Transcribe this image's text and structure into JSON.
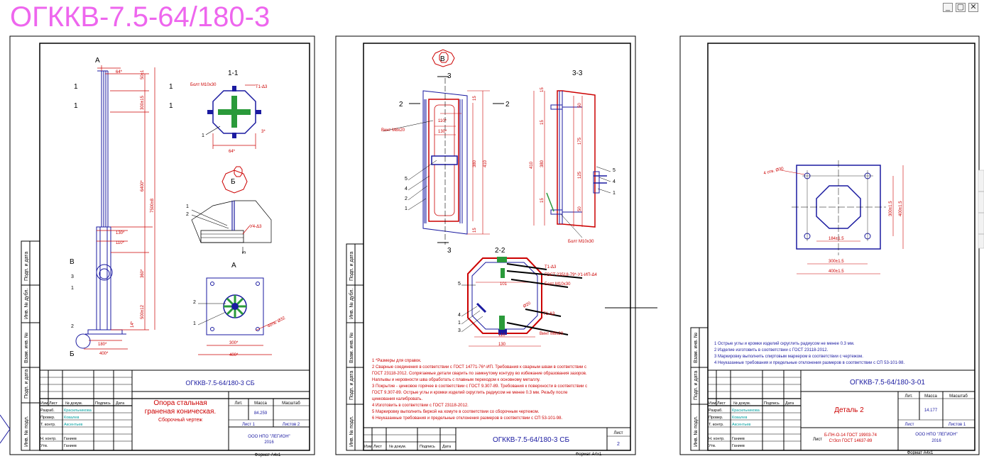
{
  "app": {
    "title": "ОГККВ-7.5-64/180-3",
    "window_controls": [
      "_",
      "▢",
      "✕"
    ]
  },
  "colors": {
    "frame": "#000000",
    "drawing": "#1a1aa0",
    "dims": "#cc0000",
    "title_pink": "#ee66ee",
    "label_magenta": "#aa00aa",
    "cyan_names": "#00a0a0"
  },
  "sheet1": {
    "side_labels": [
      "Подп. и дата",
      "Инв. № дубл.",
      "Взам. инв. №",
      "Подп. и дата",
      "Инв. № подл."
    ],
    "views": {
      "a_marker": "А",
      "b_marker": "Б",
      "v_marker": "В",
      "section_11": "1-1",
      "view_b": "Б",
      "view_a": "А",
      "section_mark": "1",
      "leader_labels": [
        "1",
        "2",
        "3"
      ]
    },
    "dims": {
      "d64": "64*",
      "d50": "50±1",
      "d300_15": "300±15",
      "d6400": "6400*",
      "d7500": "7500±8",
      "d360": "360*",
      "d500_12": "500±12",
      "d14": "14*",
      "d130": "130*",
      "d110": "110*",
      "d180": "180*",
      "d400": "400*",
      "d64b": "64*",
      "d3": "3*",
      "d300": "300*",
      "d400b": "400*",
      "bolt": "Болт М10х30",
      "weld1": "Т1-Δ3",
      "weld2": "У4-Δ3",
      "holes": "4отв. Ø32",
      "d3b": "3"
    },
    "title_block": {
      "doc_code": "ОГККВ-7.5-64/180-3 СБ",
      "name_line1": "Опора стальная",
      "name_line2": "граненая коническая.",
      "name_line3": "Сборочный чертеж",
      "lit_label": "Лит.",
      "mass_label": "Масса",
      "scale_label": "Масштаб",
      "mass": "84.259",
      "sheet": "Лист 1",
      "sheets": "Листов 2",
      "org_line1": "ООО НПО \"ЛЕГИОН\"",
      "org_line2": "2016",
      "format": "Формат А4х1",
      "headers": [
        "Изм.",
        "Лист",
        "№ докум.",
        "Подпись",
        "Дата"
      ],
      "roles": [
        "Разраб.",
        "Провер.",
        "Т. контр.",
        "",
        "Н. контр.",
        "Утв."
      ],
      "names": [
        "Красильникова",
        "Ковалев",
        "Аксентьев",
        "",
        "Ганиев",
        "Ганиев"
      ]
    }
  },
  "sheet2": {
    "side_labels": [
      "Подп. и дата",
      "Инв. № дубл.",
      "Взам. инв. №",
      "Подп. и дата",
      "Инв. № подл."
    ],
    "views": {
      "v_marker": "В",
      "sec3": "3",
      "sec2": "2",
      "sec33": "3-3",
      "sec22": "2-2",
      "leaders_left": [
        "5",
        "4",
        "2",
        "1"
      ],
      "leaders_right": [
        "5",
        "4",
        "1"
      ],
      "leaders_22": [
        "5",
        "4",
        "1",
        "3"
      ]
    },
    "dims": {
      "vint": "Винт М8х20",
      "d110": "110*",
      "d130": "130*",
      "d380": "380",
      "d410": "410",
      "d15a": "15",
      "d15b": "15",
      "d15c": "15",
      "d15d": "15",
      "d15e": "15",
      "d50a": "50",
      "d50b": "50",
      "d175": "175",
      "d125": "125",
      "d410b": "410",
      "d380b": "380",
      "bolt": "Болт М10х30",
      "t1": "Т1-Δ3",
      "gost": "ГОСТ 23518-79*-У1-ИП-Δ4",
      "bolt2": "Болт М10х30",
      "d101": "101",
      "d110b": "110",
      "d130b": "130",
      "d20": "Ø20",
      "t1b": "Т1-Δ3",
      "vint2": "Винт М8х20"
    },
    "notes": [
      "1 *Размеры для справок.",
      "2 Сварные соединения в соответствии с ГОСТ 14771-76*-ИП. Требования к сварным швам в соответствии с",
      "ГОСТ 23118-2012. Сопрягаемые детали сварить по замкнутому контуру во избежание образования зазоров.",
      "Наплывы и неровности шва обработать с плавным переходом к основному металлу.",
      "3 Покрытие - цинковое горячее в соответствии с ГОСТ 9.307-89. Требования к поверхности в соответствии с",
      "ГОСТ 9.307-89. Острые углы и кромки изделий скруглить радиусом не менее 0.3 мм. Резьбу после",
      "цинкования калибровать.",
      " 4 Изготовить в соответствии с ГОСТ 23118-2012.",
      "5 Маркировку выполнить биркой на хомуте в соответствии со сборочным чертежом.",
      "6 Неуказанные требования и предельные отклонения размеров в соответствии с СП 53-101-98."
    ],
    "title_block": {
      "doc_code": "ОГККВ-7.5-64/180-3 СБ",
      "sheet_label": "Лист",
      "sheet_no": "2",
      "format": "Формат А4х1",
      "headers": [
        "Изм.",
        "Лист",
        "№ докум.",
        "Подпись",
        "Дата"
      ]
    }
  },
  "sheet3": {
    "side_labels": [
      "Подп. и дата",
      "Инв. № дубл.",
      "Взам. инв. №",
      "Подп. и дата",
      "Инв. № подл."
    ],
    "dims": {
      "holes": "4 отв. Ø30",
      "d184": "184±1.5",
      "d300": "300±1.5",
      "d400": "400±1.5",
      "d300v": "300±1.5",
      "d400v": "400±1.5"
    },
    "notes": [
      "1 Острые углы и кромки изделий скруглить радиусом не менее 0.3 мм.",
      "2 Изделие изготовить в соответствии с ГОСТ 23118-2012.",
      "3 Маркировку выполнить спиртовым маркером в соответствии с чертежом.",
      "4 Неуказанные требования и предельные отклонения размеров в соответствии с СП 53-101-98."
    ],
    "title_block": {
      "doc_code": "ОГККВ-7.5-64/180-3-01",
      "name": "Деталь 2",
      "lit_label": "Лит.",
      "mass_label": "Масса",
      "scale_label": "Масштаб",
      "mass": "14.177",
      "sheet": "Лист",
      "sheets": "Листов 1",
      "material_line1": "Б-ПН-О-14 ГОСТ 19903-74",
      "material_line2": "Ст3сп ГОСТ 14637-89",
      "material_prefix": "Лист",
      "org_line1": "ООО НПО \"ЛЕГИОН\"",
      "org_line2": "2016",
      "format": "Формат А4х1",
      "headers": [
        "Изм.",
        "Лист",
        "№ докум.",
        "Подпись",
        "Дата"
      ],
      "roles": [
        "Разраб.",
        "Провер.",
        "Т. контр.",
        "",
        "Н. контр.",
        "Утв."
      ],
      "names": [
        "Красильникова",
        "Ковалев",
        "Аксентьев",
        "",
        "Ганиев",
        "Ганиев"
      ]
    }
  }
}
